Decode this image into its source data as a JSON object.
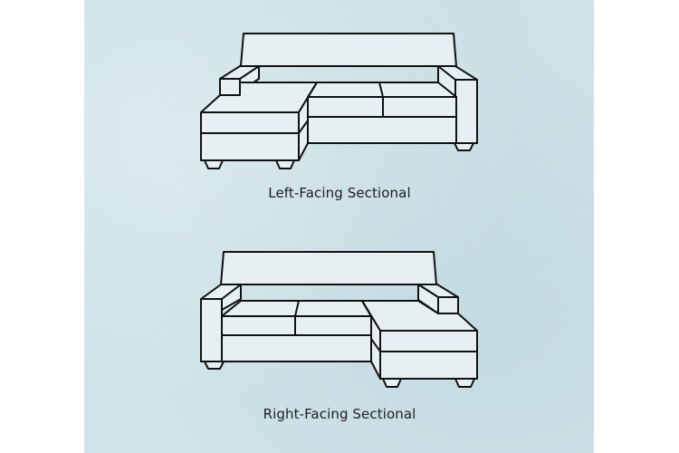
{
  "figure": {
    "background_color": "#cfe3e8",
    "line_color": "#111111",
    "fill_color": "#e6f0f2",
    "diagrams": [
      {
        "id": "left-facing",
        "label": "Left-Facing Sectional",
        "chaise_side": "left"
      },
      {
        "id": "right-facing",
        "label": "Right-Facing Sectional",
        "chaise_side": "right"
      }
    ]
  }
}
